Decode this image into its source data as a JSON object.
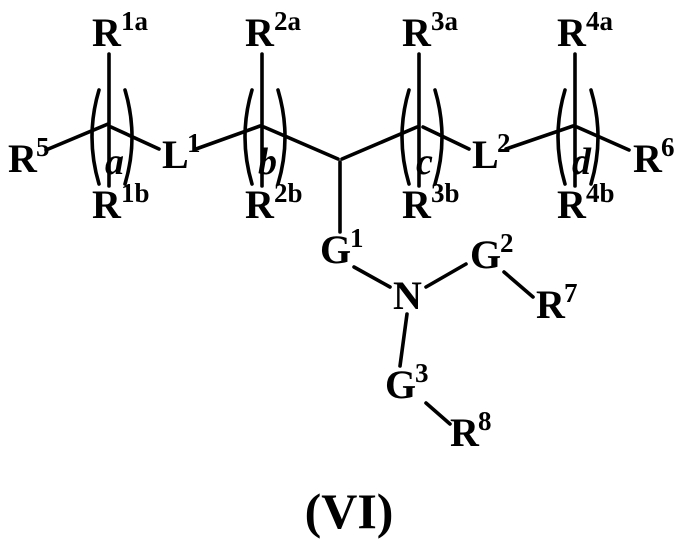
{
  "figure": {
    "type": "chemical-structure",
    "formula_number": "(VI)"
  },
  "labels": {
    "r1a": {
      "base": "R",
      "script": "1a"
    },
    "r1b": {
      "base": "R",
      "script": "1b"
    },
    "r2a": {
      "base": "R",
      "script": "2a"
    },
    "r2b": {
      "base": "R",
      "script": "2b"
    },
    "r3a": {
      "base": "R",
      "script": "3a"
    },
    "r3b": {
      "base": "R",
      "script": "3b"
    },
    "r4a": {
      "base": "R",
      "script": "4a"
    },
    "r4b": {
      "base": "R",
      "script": "4b"
    },
    "r5": {
      "base": "R",
      "script": "5"
    },
    "r6": {
      "base": "R",
      "script": "6"
    },
    "r7": {
      "base": "R",
      "script": "7"
    },
    "r8": {
      "base": "R",
      "script": "8"
    },
    "l1": {
      "base": "L",
      "script": "1"
    },
    "l2": {
      "base": "L",
      "script": "2"
    },
    "g1": {
      "base": "G",
      "script": "1"
    },
    "g2": {
      "base": "G",
      "script": "2"
    },
    "g3": {
      "base": "G",
      "script": "3"
    },
    "n": {
      "base": "N"
    },
    "sub_a": "a",
    "sub_b": "b",
    "sub_c": "c",
    "sub_d": "d"
  }
}
